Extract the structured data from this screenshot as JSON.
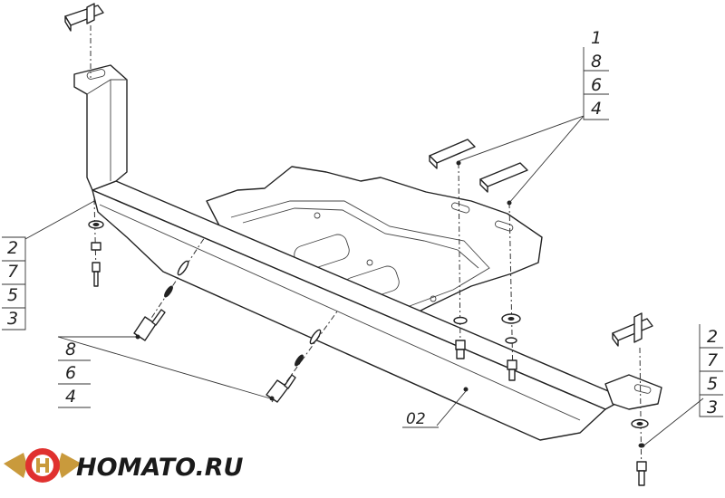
{
  "callouts": {
    "top_right": [
      "1",
      "8",
      "6",
      "4"
    ],
    "left": [
      "2",
      "7",
      "5",
      "3"
    ],
    "middle_left": [
      "8",
      "6",
      "4"
    ],
    "bottom_right": [
      "2",
      "7",
      "5",
      "3"
    ]
  },
  "part_label": "02",
  "logo": {
    "text": "HOMATO.RU",
    "colors": {
      "ring": "#e0312f",
      "wing": "#c99a3c",
      "inner": "#ffffff"
    }
  }
}
